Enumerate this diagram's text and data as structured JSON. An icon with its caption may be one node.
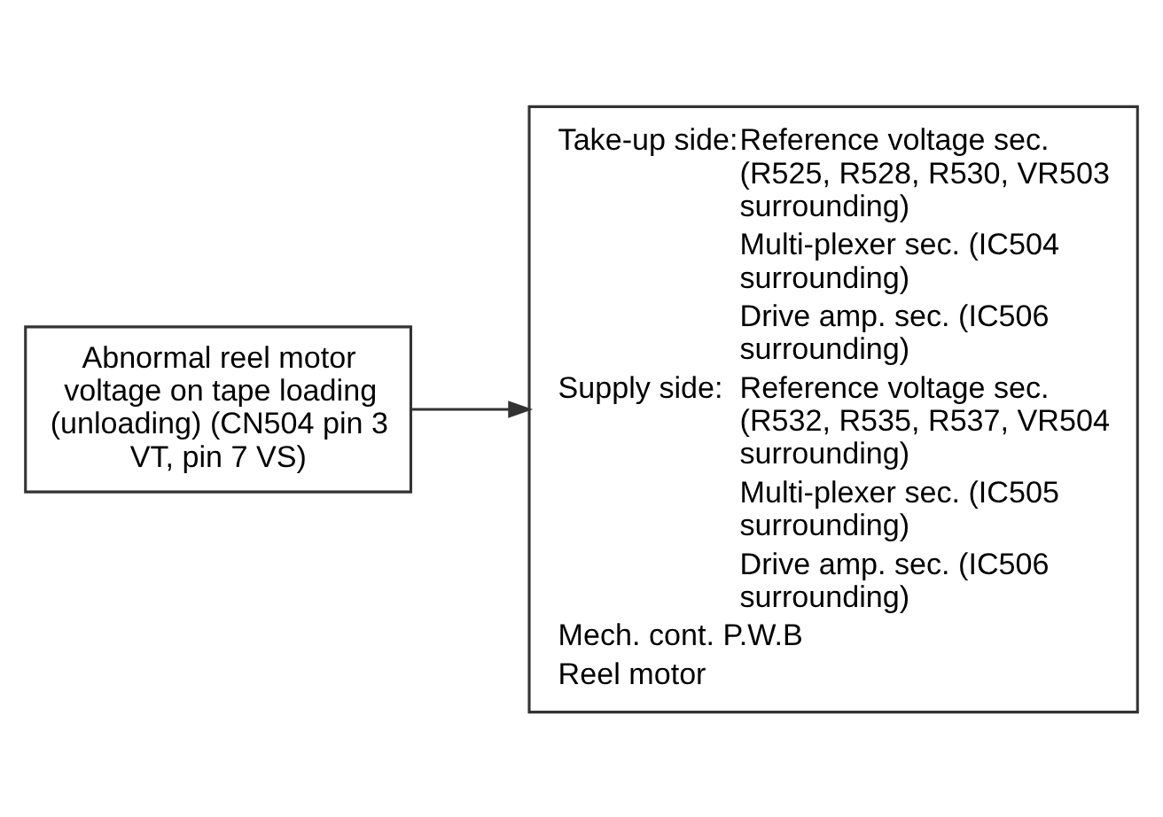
{
  "diagram": {
    "nodes": [
      {
        "text": [
          "Abnormal reel motor voltage on tape loading (unloading) (CN504 pin 3 VT, pin 7 VS)"
        ]
      },
      {
        "text": [
          "Take-up side:",
          "Reference voltage sec. (R525, R528, R530, VR503 surrounding)",
          "Multi-plexer sec. (IC504 surrounding)",
          "Drive amp. sec. (IC506 surrounding)",
          "Supply side:",
          "Reference voltage sec. (R532, R535, R537, VR504 surrounding)",
          "Multi-plexer sec. (IC505 surrounding)",
          "Drive amp. sec. (IC506 surrounding)",
          "Mech. cont. P.W.B",
          "Reel motor"
        ]
      }
    ],
    "edges": [
      {
        "from": 0,
        "to": 1,
        "arrow": "to"
      }
    ]
  }
}
